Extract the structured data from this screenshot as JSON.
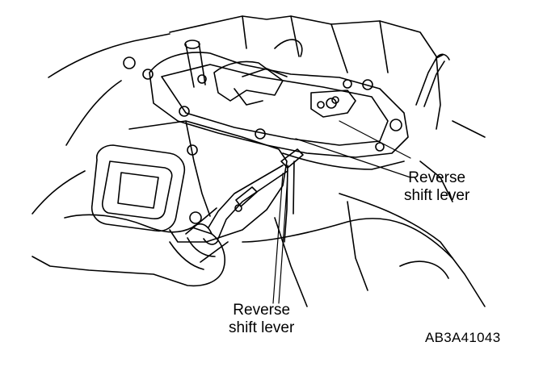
{
  "labels": {
    "reverse_shift_lever_right": {
      "line1": "Reverse",
      "line2": "shift lever"
    },
    "reverse_shift_lever_bottom": {
      "line1": "Reverse",
      "line2": "shift lever"
    }
  },
  "figure_code": "AB3A41043",
  "colors": {
    "line": "#000000",
    "background": "#ffffff"
  }
}
